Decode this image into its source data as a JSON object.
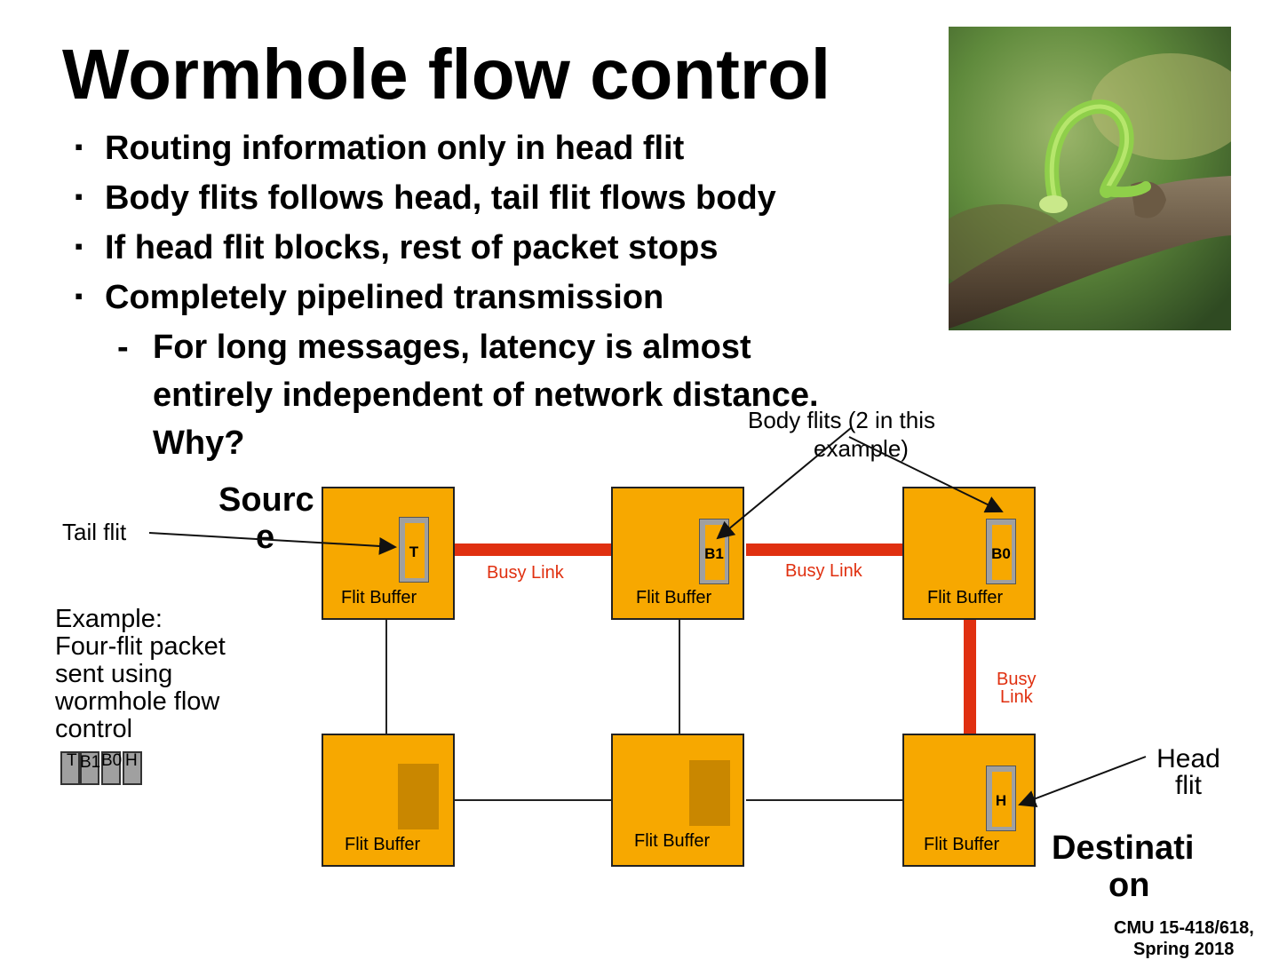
{
  "title": "Wormhole flow control",
  "bullets": [
    {
      "marker": "▪",
      "text": "Routing information only in head flit"
    },
    {
      "marker": "▪",
      "text": "Body flits follows head, tail flit flows body"
    },
    {
      "marker": "▪",
      "text": "If head flit blocks, rest of packet stops"
    },
    {
      "marker": "▪",
      "text": "Completely pipelined transmission"
    }
  ],
  "sub_bullet": {
    "marker": "-",
    "line1": "For long messages, latency is almost",
    "line2": "entirely independent of network distance.",
    "line3": "Why?"
  },
  "diagram": {
    "body_flits_label_1": "Body flits (2 in this",
    "body_flits_label_2": "example)",
    "source_label_1": "Sourc",
    "source_label_2": "e",
    "tail_flit_label": "Tail flit",
    "head_flit_label_1": "Head",
    "head_flit_label_2": "flit",
    "destination_label_1": "Destinati",
    "destination_label_2": "on",
    "example_lines": [
      "Example:",
      "Four-flit packet",
      "sent using",
      "wormhole flow",
      "control"
    ],
    "packet_flits": [
      "T",
      "B1",
      "B0",
      "H"
    ],
    "flit_buffer_label": "Flit Buffer",
    "busy_link_label": "Busy Link",
    "busy_label_1": "Busy",
    "busy_label_2": "Link",
    "flit_T": "T",
    "flit_B1": "B1",
    "flit_B0": "B0",
    "flit_H": "H",
    "busy_color": "#e03010",
    "node_color": "#f7a800"
  },
  "footer": {
    "line1": "CMU 15-418/618,",
    "line2": "Spring 2018"
  }
}
